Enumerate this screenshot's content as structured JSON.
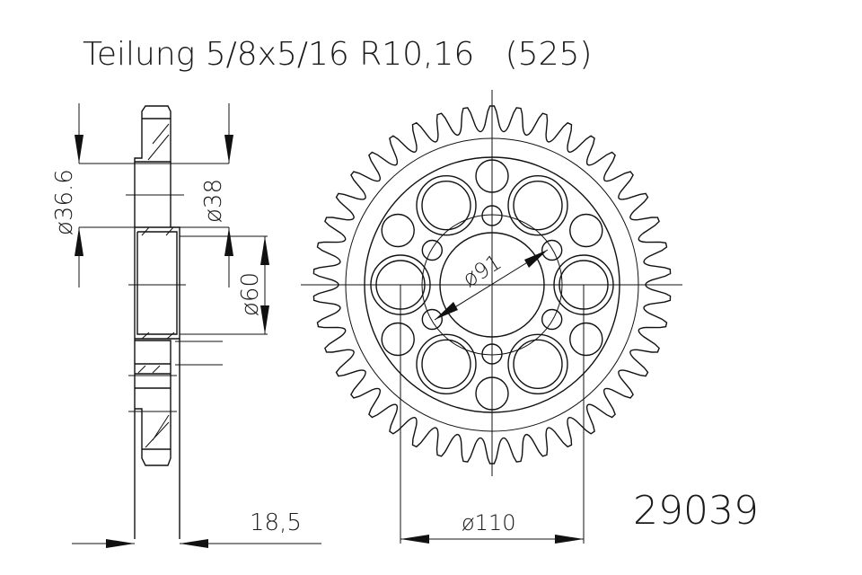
{
  "title": "Teilung 5/8x5/16 R10,16   (525)",
  "dimensions": {
    "d_36_6": "ø36.6",
    "d_38": "ø38",
    "d_60": "ø60",
    "d_91": "ø91",
    "d_110": "ø110",
    "width_18_5": "18,5"
  },
  "part_number": "29039"
}
